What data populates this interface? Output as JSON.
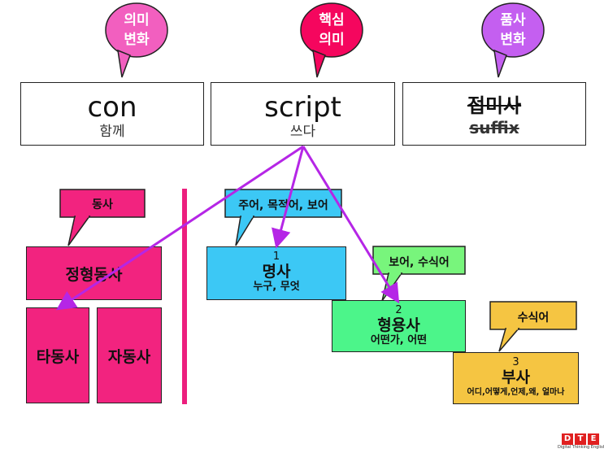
{
  "bubbles": [
    {
      "text": "의미\n변화",
      "color": "#f25fbf"
    },
    {
      "text": "핵심\n의미",
      "color": "#f5065e"
    },
    {
      "text": "품사\n변화",
      "color": "#c45ff0"
    }
  ],
  "word_parts": [
    {
      "main": "con",
      "sub": "함께"
    },
    {
      "main": "script",
      "sub": "쓰다"
    },
    {
      "main": "접미사",
      "sub": "suffix"
    }
  ],
  "verb_section": {
    "callout": "동사",
    "transitive_type": "정형동사",
    "transitive": "타동사",
    "intransitive": "자동사"
  },
  "pos_callouts": {
    "noun": "주어, 목적어, 보어",
    "adjective": "보어, 수식어",
    "adverb": "수식어"
  },
  "parts_of_speech": [
    {
      "number": "1",
      "name": "명사",
      "example": "누구, 무엇",
      "color": "#3cc8f5"
    },
    {
      "number": "2",
      "name": "형용사",
      "example": "어떤가, 어떤",
      "color": "#4cf58a"
    },
    {
      "number": "3",
      "name": "부사",
      "example": "어디,어떻게,언제,왜, 얼마나",
      "color": "#f5c542"
    }
  ],
  "logo": {
    "letters": [
      "D",
      "T",
      "E"
    ],
    "caption": "Digital Thinking English"
  },
  "colors": {
    "arrow": "#b526e6",
    "divider": "#ec1f7e",
    "pink": "#f2237f",
    "callout_green": "#78f57c",
    "callout_blue": "#3cc8f5",
    "callout_yellow": "#f5c542"
  }
}
